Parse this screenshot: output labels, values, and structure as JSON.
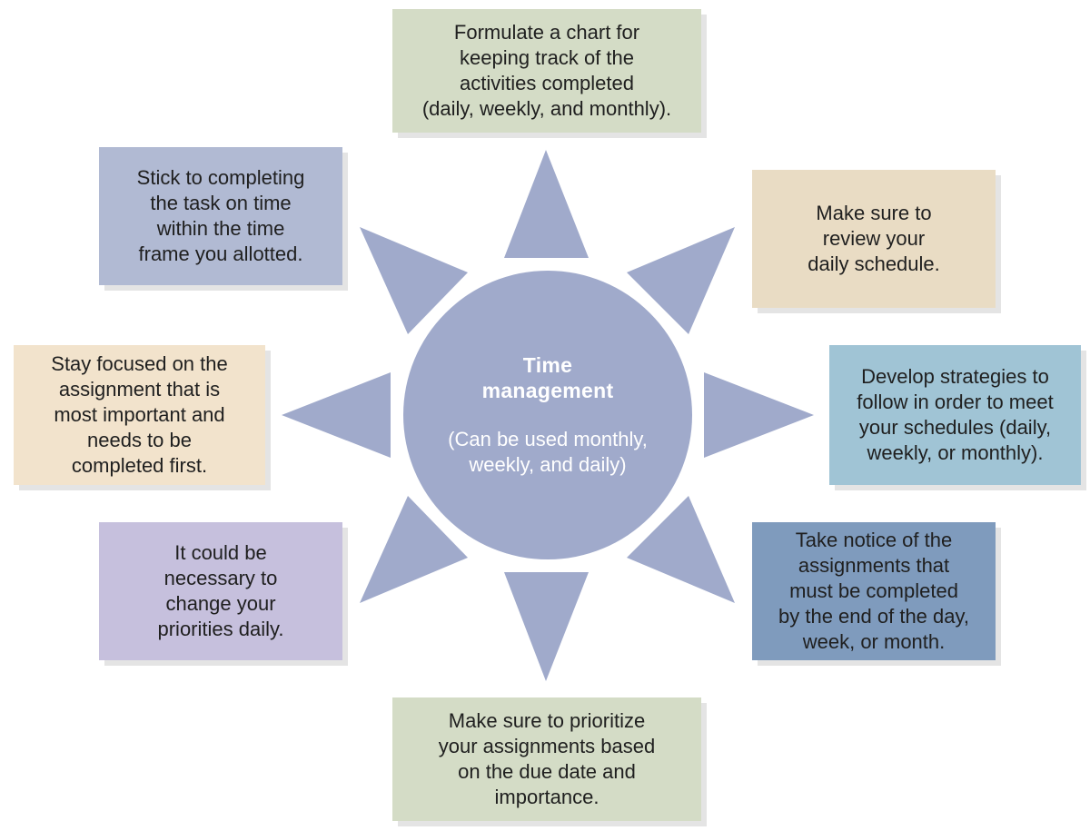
{
  "colors": {
    "ray": "#a0aacb",
    "hub": "#a0aacb",
    "hub_text": "#ffffff",
    "green": "#d4dcc6",
    "tan": "#e9dcc4",
    "teal": "#a0c4d5",
    "steel_blue": "#7f9bbd",
    "lavender": "#c6c0dd",
    "peach": "#f2e3cc",
    "slate": "#b1bad3"
  },
  "hub": {
    "title_lines": [
      "Time",
      "management"
    ],
    "subtitle_lines": [
      "(Can be used monthly,",
      "weekly, and daily)"
    ]
  },
  "boxes": {
    "top": [
      "Formulate a chart for",
      "keeping track of the",
      "activities completed",
      "(daily, weekly, and monthly)."
    ],
    "top_right": [
      "Make sure to",
      "review your",
      "daily schedule."
    ],
    "right": [
      "Develop strategies to",
      "follow in order to meet",
      "your schedules (daily,",
      "weekly, or monthly)."
    ],
    "bottom_right": [
      "Take notice of the",
      "assignments that",
      "must be completed",
      "by the end of the day,",
      "week, or month."
    ],
    "bottom": [
      "Make sure to prioritize",
      "your assignments based",
      "on the due date and",
      "importance."
    ],
    "bottom_left": [
      "It could be",
      "necessary to",
      "change your",
      "priorities daily."
    ],
    "left": [
      "Stay focused on the",
      "assignment that is",
      "most important and",
      "needs to be",
      "completed first."
    ],
    "top_left": [
      "Stick to completing",
      "the task on time",
      "within the time",
      "frame you allotted."
    ]
  }
}
